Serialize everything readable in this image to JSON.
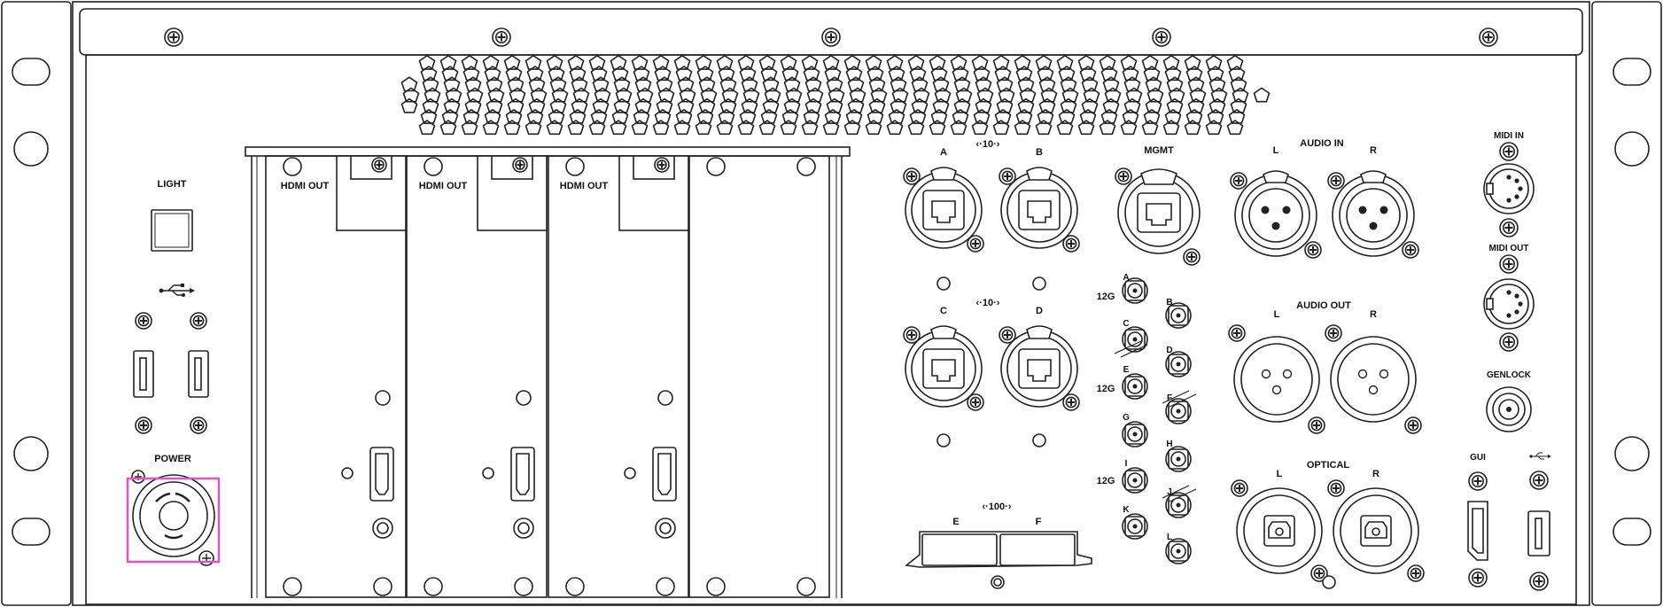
{
  "labels": {
    "light": "LIGHT",
    "power": "POWER",
    "hdmi_out_1": "HDMI OUT",
    "hdmi_out_2": "HDMI OUT",
    "hdmi_out_3": "HDMI OUT",
    "speed_10_top": "‹·10·›",
    "speed_10_bottom": "‹·10·›",
    "speed_100": "‹·100·›",
    "port_a": "A",
    "port_b": "B",
    "port_c": "C",
    "port_d": "D",
    "port_e": "E",
    "port_f": "F",
    "mgmt": "MGMT",
    "sdi_12g_1": "12G",
    "sdi_12g_2": "12G",
    "sdi_12g_3": "12G",
    "sdi_a": "A",
    "sdi_b": "B",
    "sdi_c": "C",
    "sdi_d": "D",
    "sdi_e": "E",
    "sdi_f": "F",
    "sdi_g": "G",
    "sdi_h": "H",
    "sdi_i": "I",
    "sdi_j": "J",
    "sdi_k": "K",
    "sdi_l": "L",
    "audio_in": "AUDIO IN",
    "audio_in_l": "L",
    "audio_in_r": "R",
    "audio_out": "AUDIO OUT",
    "audio_out_l": "L",
    "audio_out_r": "R",
    "optical": "OPTICAL",
    "optical_l": "L",
    "optical_r": "R",
    "midi_in": "MIDI IN",
    "midi_out": "MIDI OUT",
    "genlock": "GENLOCK",
    "gui": "GUI"
  },
  "icons": {
    "usb_front": "usb-icon",
    "usb_service": "usb-icon"
  },
  "colors": {
    "highlight": "#e052c9",
    "line": "#222222"
  }
}
